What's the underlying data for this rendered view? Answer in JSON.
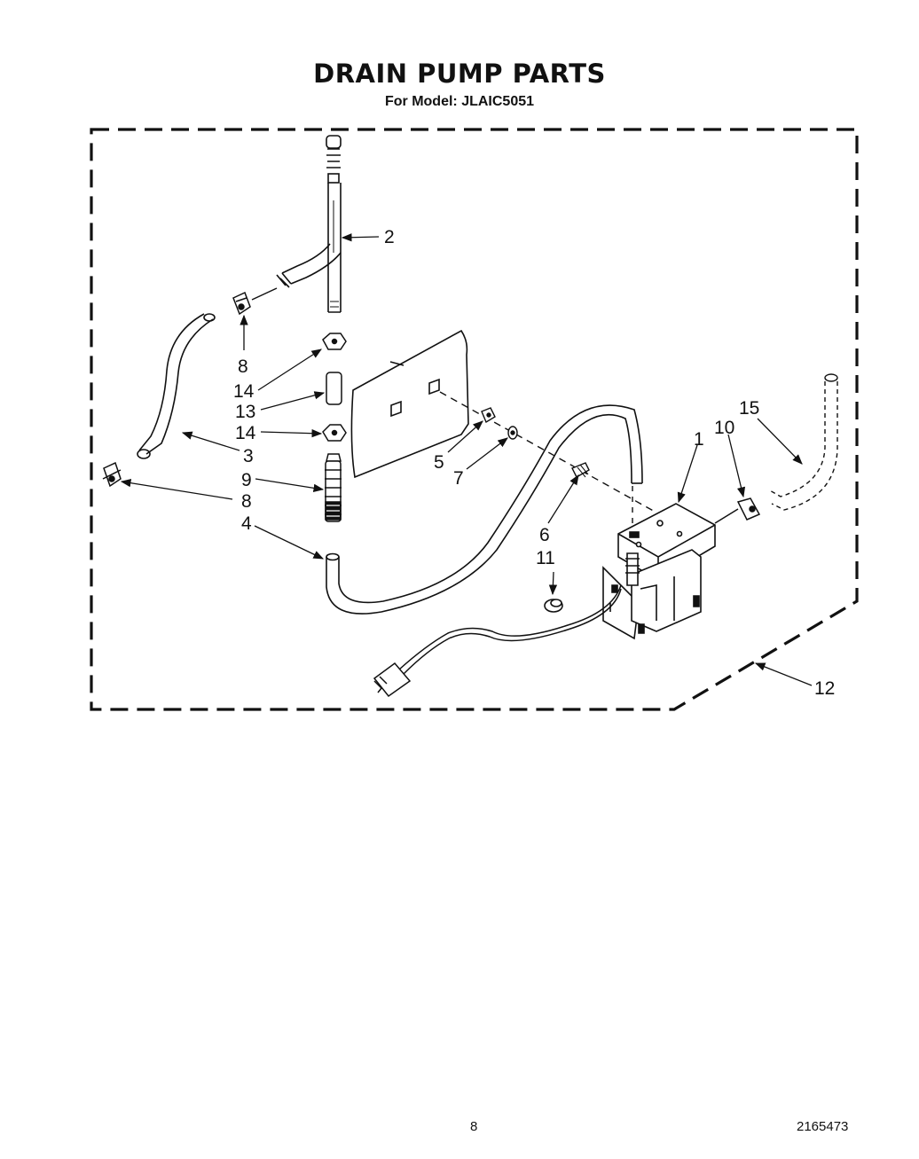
{
  "title": "DRAIN PUMP PARTS",
  "subtitle": "For Model: JLAIC5051",
  "page_number": "8",
  "document_number": "2165473",
  "callouts": [
    {
      "id": "c2",
      "label": "2"
    },
    {
      "id": "c8a",
      "label": "8"
    },
    {
      "id": "c14a",
      "label": "14"
    },
    {
      "id": "c13",
      "label": "13"
    },
    {
      "id": "c14b",
      "label": "14"
    },
    {
      "id": "c3",
      "label": "3"
    },
    {
      "id": "c9",
      "label": "9"
    },
    {
      "id": "c8b",
      "label": "8"
    },
    {
      "id": "c4",
      "label": "4"
    },
    {
      "id": "c5",
      "label": "5"
    },
    {
      "id": "c7",
      "label": "7"
    },
    {
      "id": "c6",
      "label": "6"
    },
    {
      "id": "c11",
      "label": "11"
    },
    {
      "id": "c1",
      "label": "1"
    },
    {
      "id": "c10",
      "label": "10"
    },
    {
      "id": "c15",
      "label": "15"
    },
    {
      "id": "c12",
      "label": "12"
    }
  ]
}
